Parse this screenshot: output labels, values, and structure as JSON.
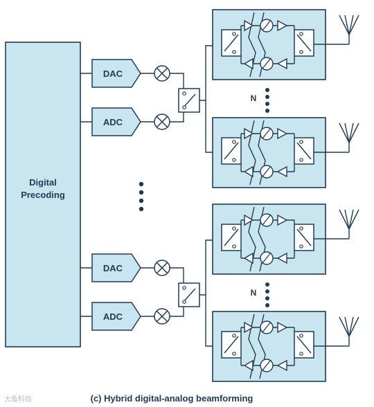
{
  "blocks": {
    "precoding": {
      "line1": "Digital",
      "line2": "Precoding"
    },
    "dac_label": "DAC",
    "adc_label": "ADC",
    "n_label": "N"
  },
  "caption": "(c) Hybrid digital-analog beamforming",
  "watermark": "大鱼科技",
  "colors": {
    "fill": "#c9e6f0",
    "stroke": "#1f3a55",
    "background": "#ffffff"
  },
  "icons": [
    "antenna-icon",
    "mixer-icon",
    "switch-icon",
    "phase-shifter-icon",
    "amplifier-icon"
  ]
}
